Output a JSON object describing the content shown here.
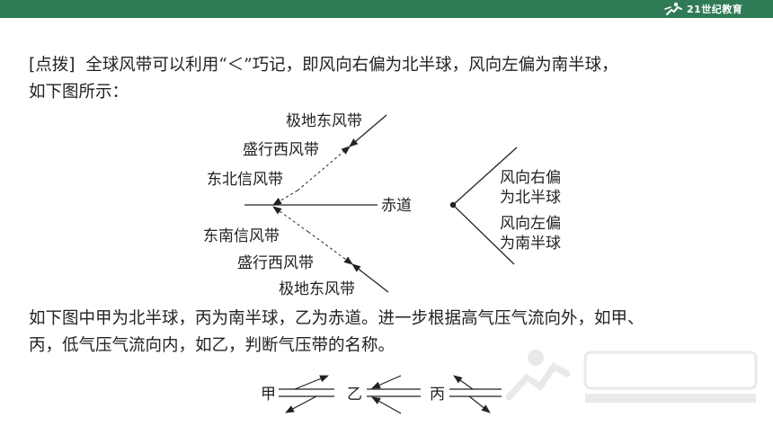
{
  "header": {
    "logo_text": "21世纪教育"
  },
  "paragraph1": {
    "tag": "[点拨]",
    "line1": "全球风带可以利用“＜”巧记，即风向右偏为北半球，风向左偏为南半球，",
    "line2": "如下图所示："
  },
  "diagram1": {
    "labels": {
      "polar_east_top": "极地东风带",
      "westerlies_top": "盛行西风带",
      "ne_trades": "东北信风带",
      "equator": "赤道",
      "se_trades": "东南信风带",
      "westerlies_bottom": "盛行西风带",
      "polar_east_bottom": "极地东风带"
    },
    "legend": {
      "right_line1": "风向右偏",
      "right_line2": "为北半球",
      "left_line1": "风向左偏",
      "left_line2": "为南半球"
    }
  },
  "paragraph2": {
    "line1": "如下图中甲为北半球，丙为南半球，乙为赤道。进一步根据高气压气流向外，如甲、",
    "line2": "丙，低气压气流向内，如乙，判断气压带的名称。"
  },
  "diagram2": {
    "jia": "甲",
    "yi": "乙",
    "bing": "丙"
  },
  "colors": {
    "header": "#2e7b55",
    "text": "#222222"
  }
}
